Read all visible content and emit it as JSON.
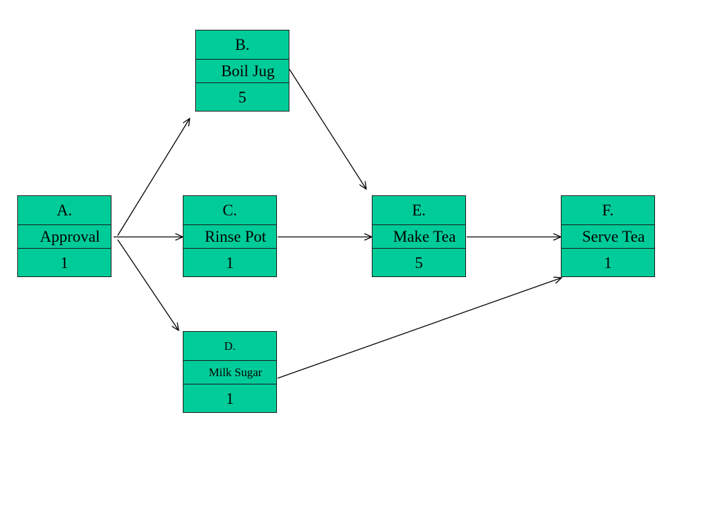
{
  "colors": {
    "node_fill": "#00CC99",
    "node_border": "#1a1a1a",
    "edge": "#000000",
    "background": "#ffffff"
  },
  "nodes": {
    "A": {
      "letter": "A.",
      "name": "Approval",
      "duration": "1"
    },
    "B": {
      "letter": "B.",
      "name": "Boil Jug",
      "duration": "5"
    },
    "C": {
      "letter": "C.",
      "name": "Rinse Pot",
      "duration": "1"
    },
    "D": {
      "letter": "D.",
      "name": "Milk Sugar",
      "duration": "1"
    },
    "E": {
      "letter": "E.",
      "name": "Make Tea",
      "duration": "5"
    },
    "F": {
      "letter": "F.",
      "name": "Serve Tea",
      "duration": "1"
    }
  },
  "edges": [
    {
      "from": "A",
      "to": "B"
    },
    {
      "from": "A",
      "to": "C"
    },
    {
      "from": "A",
      "to": "D"
    },
    {
      "from": "B",
      "to": "E"
    },
    {
      "from": "C",
      "to": "E"
    },
    {
      "from": "E",
      "to": "F"
    },
    {
      "from": "D",
      "to": "F"
    }
  ]
}
